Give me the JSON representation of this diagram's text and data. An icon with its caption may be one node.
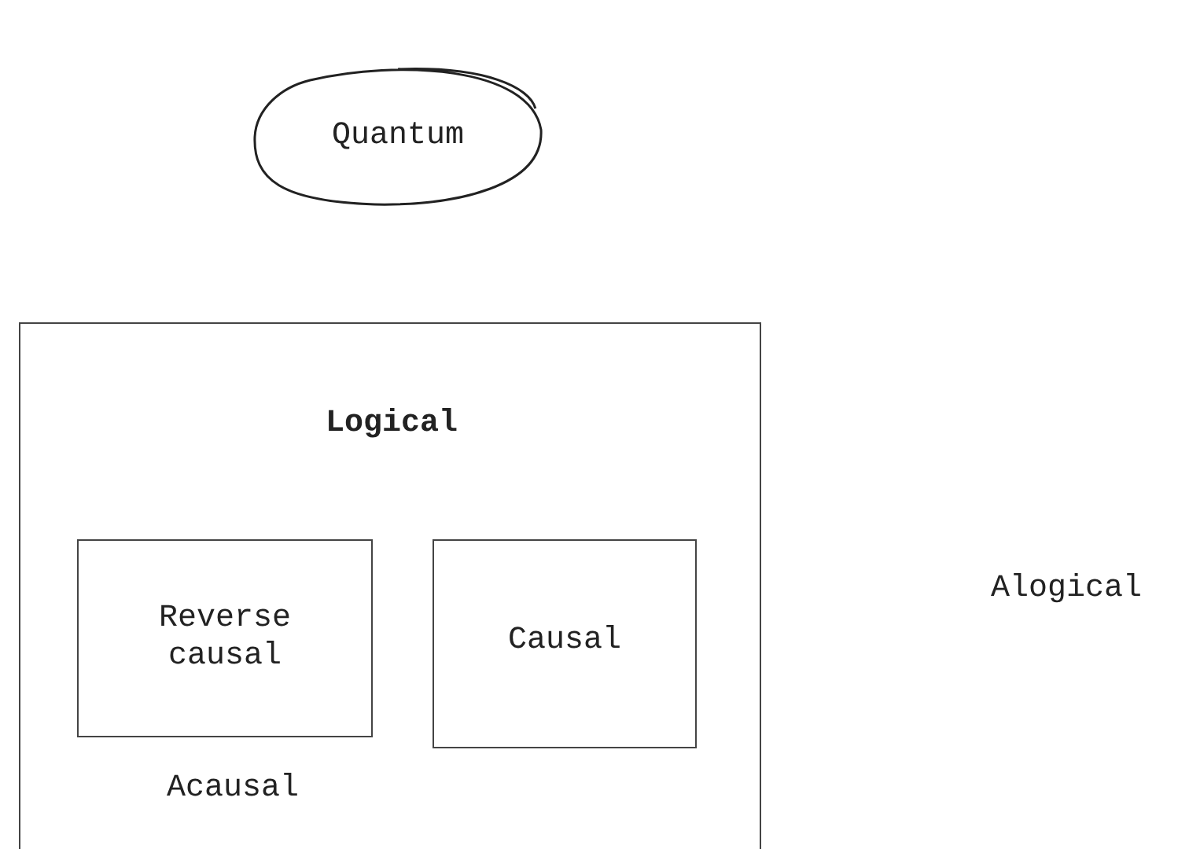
{
  "diagram": {
    "nodes": [
      {
        "text": [
          "Quantum"
        ]
      },
      {
        "text": [
          "Logical",
          "Acausal"
        ]
      },
      {
        "text": [
          "Reverse causal"
        ],
        "in": 1
      },
      {
        "text": [
          "Causal"
        ],
        "in": 1
      }
    ],
    "labels": [
      "Alogical"
    ]
  }
}
